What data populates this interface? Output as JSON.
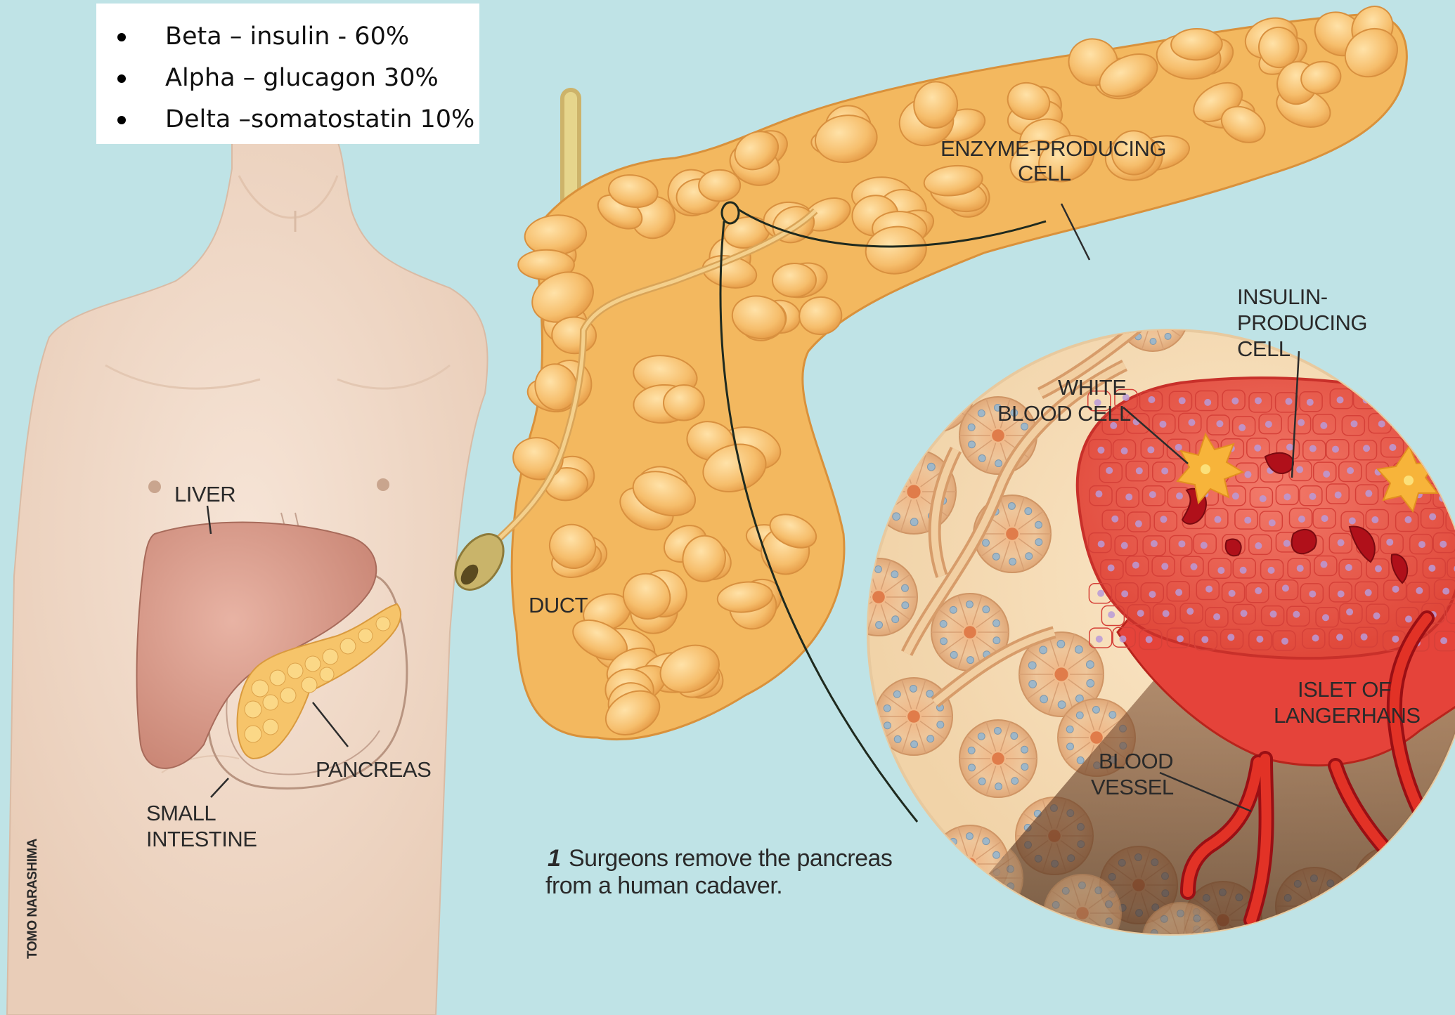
{
  "legend": {
    "items": [
      "Beta – insulin - 60%",
      "Alpha – glucagon 30%",
      "Delta –somatostatin 10%"
    ]
  },
  "labels": {
    "liver": "LIVER",
    "pancreas": "PANCREAS",
    "small_intestine_1": "SMALL",
    "small_intestine_2": "INTESTINE",
    "duct": "DUCT",
    "enzyme_1": "ENZYME-PRODUCING",
    "enzyme_2": "CELL",
    "insulin_1": "INSULIN-",
    "insulin_2": "PRODUCING",
    "insulin_3": "CELL",
    "wbc_1": "WHITE",
    "wbc_2": "BLOOD CELL",
    "islet_1": "ISLET OF",
    "islet_2": "LANGERHANS",
    "vessel_1": "BLOOD",
    "vessel_2": "VESSEL"
  },
  "caption": {
    "number": "1",
    "line1": "Surgeons remove the pancreas",
    "line2": "from a human cadaver."
  },
  "credit": "TOMO NARASHIMA",
  "colors": {
    "background": "#bfe3e6",
    "skin": "#f2dccb",
    "liver": "#d99b8c",
    "pancreas": "#f6c070",
    "islet": "#e84a3a",
    "vessel": "#d8281c"
  }
}
